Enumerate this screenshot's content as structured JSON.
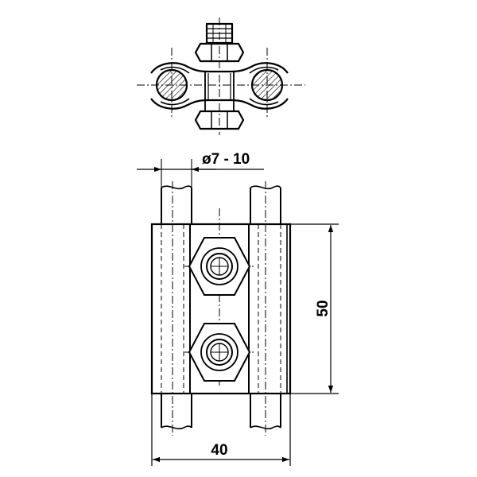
{
  "dimensions": {
    "diameter_label": "ø7 - 10",
    "height_label": "50",
    "width_label": "40"
  },
  "colors": {
    "line": "#000000",
    "background": "#ffffff"
  }
}
